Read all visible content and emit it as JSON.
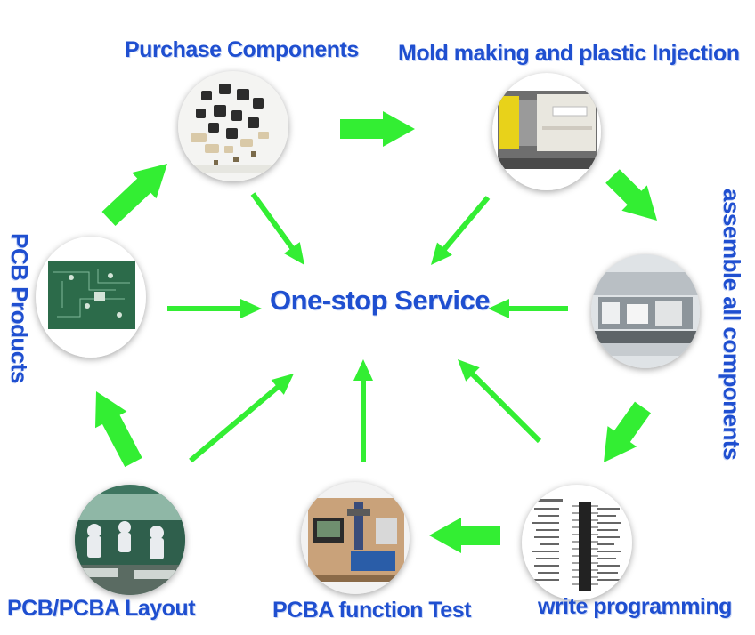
{
  "center": {
    "label": "One-stop Service"
  },
  "nodes": {
    "purchase": {
      "label": "Purchase Components",
      "icon": "electronic-components-icon"
    },
    "mold": {
      "label": "Mold making and plastic Injection",
      "icon": "injection-machine-icon"
    },
    "assemble": {
      "label": "assemble all components",
      "icon": "assembly-line-icon"
    },
    "programming": {
      "label": "write programming",
      "icon": "chip-pinout-icon"
    },
    "test": {
      "label": "PCBA function Test",
      "icon": "test-station-icon"
    },
    "layout": {
      "label": "PCB/PCBA Layout",
      "icon": "factory-workers-icon"
    },
    "pcb": {
      "label": "PCB Products",
      "icon": "circuit-board-icon"
    }
  },
  "colors": {
    "arrow": "#33ee33",
    "label": "#1f4fd0"
  }
}
